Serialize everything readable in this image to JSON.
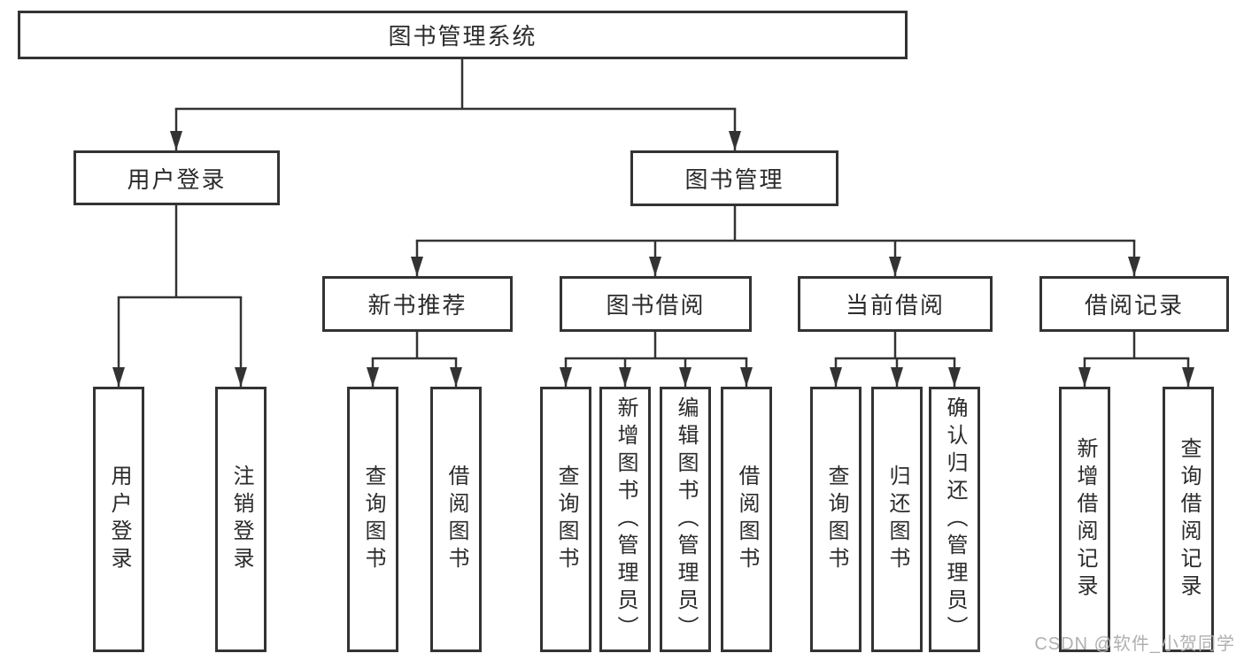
{
  "tree": {
    "root": {
      "label": "图书管理系统",
      "children": [
        {
          "label": "用户登录",
          "children": [
            {
              "label": "用户登录"
            },
            {
              "label": "注销登录"
            }
          ]
        },
        {
          "label": "图书管理",
          "children": [
            {
              "label": "新书推荐",
              "children": [
                {
                  "label": "查询图书"
                },
                {
                  "label": "借阅图书"
                }
              ]
            },
            {
              "label": "图书借阅",
              "children": [
                {
                  "label": "查询图书"
                },
                {
                  "label": "新增图书（管理员）"
                },
                {
                  "label": "编辑图书（管理员）"
                },
                {
                  "label": "借阅图书"
                }
              ]
            },
            {
              "label": "当前借阅",
              "children": [
                {
                  "label": "查询图书"
                },
                {
                  "label": "归还图书"
                },
                {
                  "label": "确认归还（管理员）"
                }
              ]
            },
            {
              "label": "借阅记录",
              "children": [
                {
                  "label": "新增借阅记录"
                },
                {
                  "label": "查询借阅记录"
                }
              ]
            }
          ]
        }
      ]
    }
  },
  "watermark": {
    "text": "CSDN @软件_小贺同学"
  },
  "colors": {
    "line": "#333333",
    "text": "#2b2b2b",
    "watermark": "#b0b0b0",
    "background": "#ffffff",
    "box_fill": "#ffffff"
  }
}
